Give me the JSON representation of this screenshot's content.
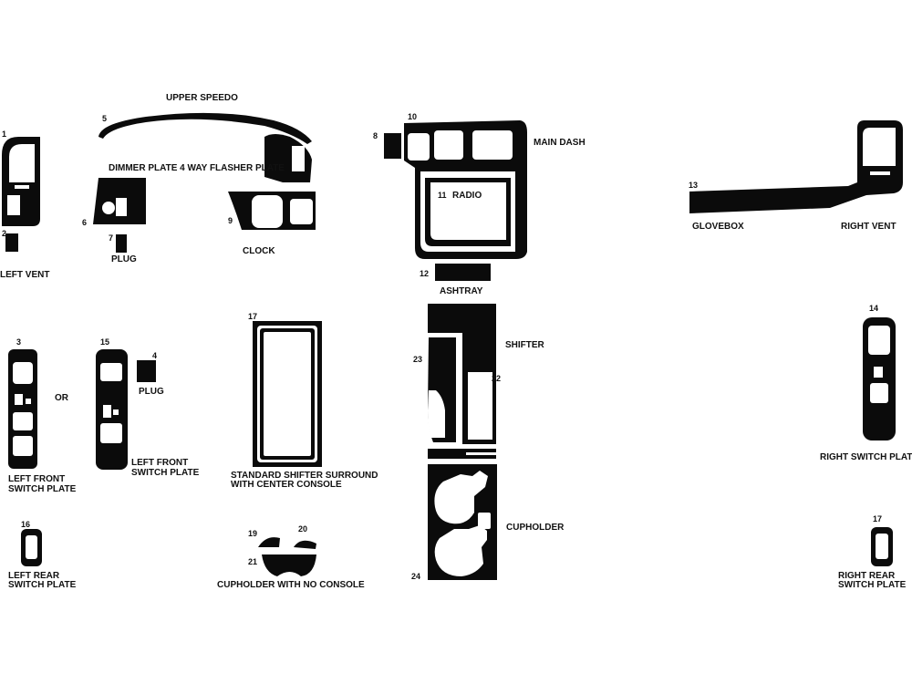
{
  "colors": {
    "part": "#0b0b0b",
    "background": "#ffffff"
  },
  "labels": {
    "upper_speedo": "UPPER SPEEDO",
    "dimmer_flasher": "DIMMER PLATE 4 WAY FLASHER PLATE",
    "clock": "CLOCK",
    "plug_top": "PLUG",
    "left_vent": "LEFT VENT",
    "main_dash": "MAIN DASH",
    "radio": "RADIO",
    "ashtray": "ASHTRAY",
    "glovebox": "GLOVEBOX",
    "right_vent": "RIGHT VENT",
    "or": "OR",
    "plug_mid": "PLUG",
    "left_front_switch_a_1": "LEFT FRONT",
    "left_front_switch_a_2": "SWITCH PLATE",
    "left_front_switch_b_1": "LEFT FRONT",
    "left_front_switch_b_2": "SWITCH PLATE",
    "std_shifter_1": "STANDARD SHIFTER SURROUND",
    "std_shifter_2": "WITH CENTER CONSOLE",
    "shifter": "SHIFTER",
    "right_switch_plate": "RIGHT SWITCH PLATE",
    "cupholder": "CUPHOLDER",
    "cupholder_no_console": "CUPHOLDER WITH NO CONSOLE",
    "left_rear_1": "LEFT REAR",
    "left_rear_2": "SWITCH PLATE",
    "right_rear_1": "RIGHT REAR",
    "right_rear_2": "SWITCH PLATE"
  },
  "numbers": {
    "n1": "1",
    "n2": "2",
    "n3": "3",
    "n4": "4",
    "n5": "5",
    "n6": "6",
    "n7": "7",
    "n8": "8",
    "n9": "9",
    "n10": "10",
    "n11": "11",
    "n12": "12",
    "n13": "13",
    "n14": "14",
    "n15": "15",
    "n16": "16",
    "n17a": "17",
    "n17b": "17",
    "n19": "19",
    "n20": "20",
    "n21": "21",
    "n22": "22",
    "n23": "23",
    "n24": "24"
  }
}
